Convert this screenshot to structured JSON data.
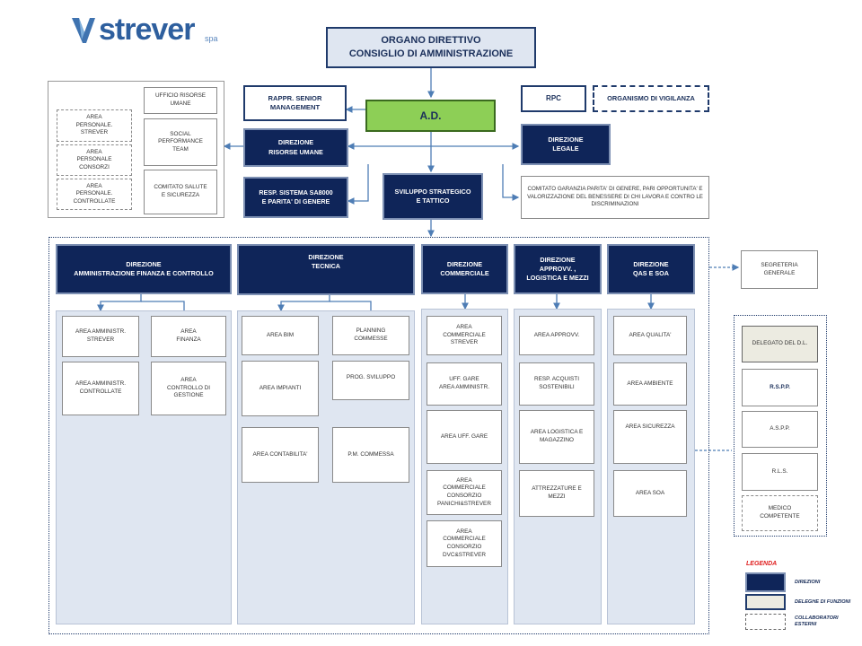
{
  "logo": {
    "text": "strever",
    "suffix": "spa"
  },
  "top": {
    "organo": "ORGANO DIRETTIVO\nCONSIGLIO DI AMMINISTRAZIONE",
    "rappr": "RAPPR. SENIOR\nMANAGEMENT",
    "ad": "A.D.",
    "rpc": "RPC",
    "vigilanza": "ORGANISMO DI VIGILANZA",
    "risorse_umane": "DIREZIONE\nRISORSE UMANE",
    "legale": "DIREZIONE\nLEGALE",
    "sa8000": "RESP. SISTEMA SA8000\nE PARITA' DI GENERE",
    "sviluppo": "SVILUPPO STRATEGICO\nE TATTICO",
    "comitato_parita": "COMITATO GARANZIA PARITA' DI GENERE, PARI OPPORTUNITA' E VALORIZZAZIONE DEL BENESSERE DI CHI LAVORA E CONTRO LE DISCRIMINAZIONI"
  },
  "hr_panel": {
    "ufficio": "UFFICIO RISORSE\nUMANE",
    "social": "SOCIAL\nPERFORMANCE\nTEAM",
    "comitato_salute": "COMITATO SALUTE\nE SICUREZZA",
    "area_strever": "AREA\nPERSONALE.\nSTREVER",
    "area_consorzi": "AREA\nPERSONALE\nCONSORZI",
    "area_controllate": "AREA\nPERSONALE.\nCONTROLLATE"
  },
  "columns": {
    "afc": {
      "title": "DIREZIONE\nAMMINISTRAZIONE FINANZA E CONTROLLO",
      "left": [
        "AREA AMMINISTR.\nSTREVER",
        "AREA AMMINISTR.\nCONTROLLATE"
      ],
      "right": [
        "AREA\nFINANZA",
        "AREA\nCONTROLLO DI\nGESTIONE"
      ]
    },
    "tecnica": {
      "title": "DIREZIONE\nTECNICA",
      "left": [
        "AREA BIM",
        "AREA IMPIANTI",
        "AREA CONTABILITA'"
      ],
      "right": [
        "PLANNING\nCOMMESSE",
        "PROG. SVILUPPO",
        "P.M. COMMESSA"
      ]
    },
    "commerciale": {
      "title": "DIREZIONE\nCOMMERCIALE",
      "items": [
        "AREA\nCOMMERCIALE\nSTREVER",
        "UFF. GARE\nAREA AMMINISTR.",
        "AREA UFF. GARE",
        "AREA\nCOMMERCIALE\nCONSORZIO\nPANICHI&STREVER",
        "AREA\nCOMMERCIALE\nCONSORZIO\nDVC&STREVER"
      ]
    },
    "approvv": {
      "title": "DIREZIONE\nAPPROVV. ,\nLOGISTICA E MEZZI",
      "items": [
        "AREA APPROVV.",
        "RESP. ACQUISTI\nSOSTENIBILI",
        "AREA LOGISTICA E\nMAGAZZINO",
        "ATTREZZATURE E\nMEZZI"
      ]
    },
    "qas": {
      "title": "DIREZIONE\nQAS E SOA",
      "items": [
        "AREA QUALITA'",
        "AREA AMBIENTE",
        "AREA SICUREZZA",
        "AREA SOA"
      ]
    }
  },
  "right_side": {
    "segreteria": "SEGRETERIA\nGENERALE",
    "delegato": "DELEGATO DEL D.L.",
    "rspp": "R.S.P.P.",
    "aspp": "A.S.P.P.",
    "rls": "R.L.S.",
    "medico": "MEDICO\nCOMPETENTE"
  },
  "legend": {
    "title": "LEGENDA",
    "direzioni": "DIREZIONI",
    "deleghe": "DELEGHE DI FUNZIONI",
    "collaboratori": "COLLABORATORI\nESTERNI"
  },
  "colors": {
    "navy": "#0f2559",
    "green": "#8dcf56",
    "line": "#4e7db5",
    "column_bg": "#dfe6f1",
    "legend_red": "#e02020"
  }
}
